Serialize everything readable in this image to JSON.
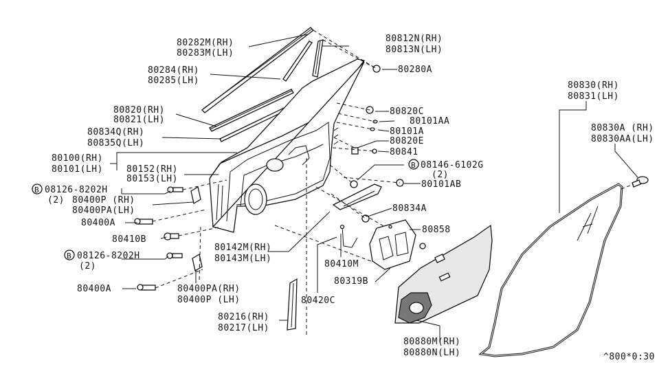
{
  "labels": {
    "p80282m": "80282M(RH)",
    "p80283m": "80283M(LH)",
    "p80812n": "80812N(RH)",
    "p80813n": "80813N(LH)",
    "p80280a": "80280A",
    "p80284": "80284(RH)",
    "p80285": "80285(LH)",
    "p80820": "80820(RH)",
    "p80821": "80821(LH)",
    "p80820c": "80820C",
    "p80101aa": "80101AA",
    "p80834q": "80834Q(RH)",
    "p80835q": "80835Q(LH)",
    "p80101a": "80101A",
    "p80820e": "80820E",
    "p80841": "80841",
    "p80100": "80100(RH)",
    "p80101": "80101(LH)",
    "p80152": "80152(RH)",
    "p80153": "80153(LH)",
    "b08146": "08146-6102G",
    "b08146qty": "(2)",
    "p80101ab": "80101AB",
    "b08126a": "08126-8202H",
    "b08126aqty": "(2)",
    "p80400p_rh": "80400P (RH)",
    "p80400pa_lh": "80400PA(LH)",
    "p80400a_1": "80400A",
    "p80834a": "80834A",
    "p80858": "80858",
    "p80410b": "80410B",
    "p80142m": "80142M(RH)",
    "p80143m": "80143M(LH)",
    "b08126b": "08126-8202H",
    "b08126bqty": "(2)",
    "p80410m": "80410M",
    "p80319b": "80319B",
    "p80400a_2": "80400A",
    "p80400pa_rh": "80400PA(RH)",
    "p80400p_lh": "80400P (LH)",
    "p80420c": "80420C",
    "p80216": "80216(RH)",
    "p80217": "80217(LH)",
    "p80880m": "80880M(RH)",
    "p80880n": "80880N(LH)",
    "p80830": "80830(RH)",
    "p80831": "80831(LH)",
    "p80830a": "80830A (RH)",
    "p80830aa": "80830AA(LH)",
    "code": "^800*0:30"
  },
  "bolt_marker": "B"
}
